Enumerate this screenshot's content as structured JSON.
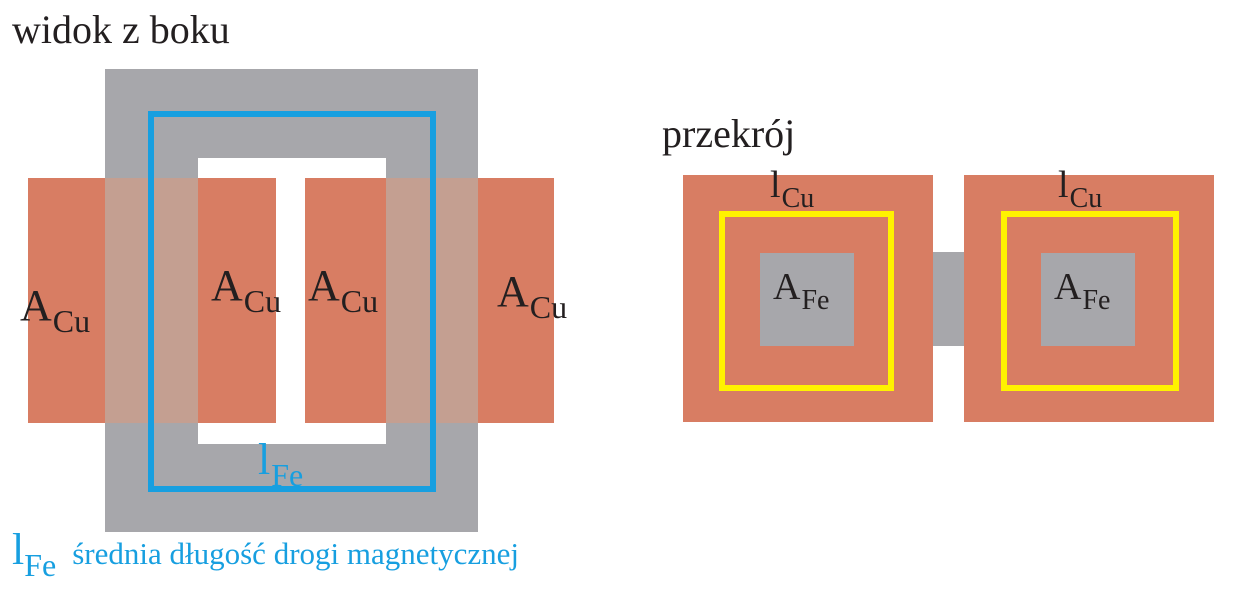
{
  "titles": {
    "side_view": "widok z boku",
    "cross_section": "przekrój"
  },
  "labels": {
    "copper_area": "A",
    "copper_sub": "Cu",
    "iron_area": "A",
    "iron_sub": "Fe",
    "copper_length": "l",
    "copper_length_sub": "Cu",
    "iron_length": "l",
    "iron_length_sub": "Fe"
  },
  "legend": {
    "symbol": "l",
    "symbol_sub": "Fe",
    "description": "średnia długość drogi magnetycznej"
  },
  "colors": {
    "copper": "#d87d63",
    "core": "#a7a7ab",
    "magnetic_path": "#179fe0",
    "copper_path": "#fff200",
    "text": "#231f20"
  }
}
